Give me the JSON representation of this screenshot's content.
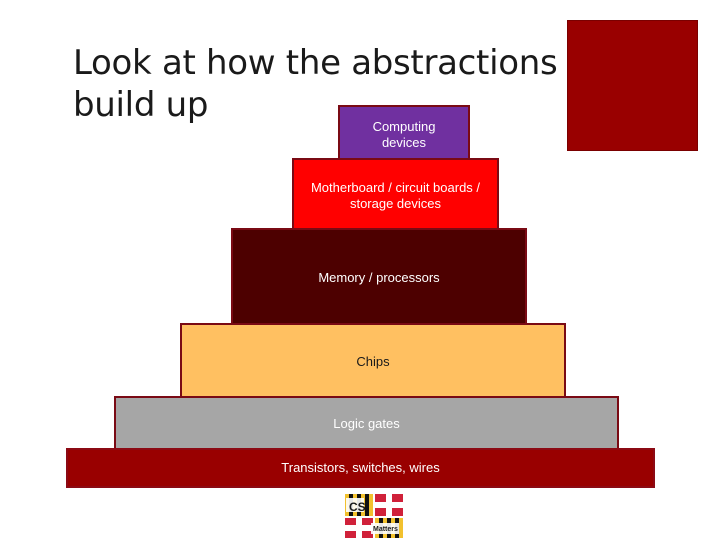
{
  "slide": {
    "title_line1": "Look at how the abstractions",
    "title_line2": "build up"
  },
  "pyramid": {
    "layers": [
      {
        "label": "Computing devices",
        "line1": "Computing",
        "line2": "devices",
        "color": "#7030a0"
      },
      {
        "label": "Motherboard / circuit boards / storage devices",
        "line1": "Motherboard / circuit boards /",
        "line2": "storage devices",
        "color": "#ff0000"
      },
      {
        "label": "Memory / processors",
        "color": "#4d0000"
      },
      {
        "label": "Chips",
        "color": "#ffc061"
      },
      {
        "label": "Logic gates",
        "color": "#a6a6a6"
      },
      {
        "label": "Transistors, switches, wires",
        "color": "#990000"
      }
    ]
  },
  "logo": {
    "cs": "CS",
    "matters": "Matters"
  },
  "colors": {
    "accent": "#990000",
    "border": "#7a0a14"
  }
}
